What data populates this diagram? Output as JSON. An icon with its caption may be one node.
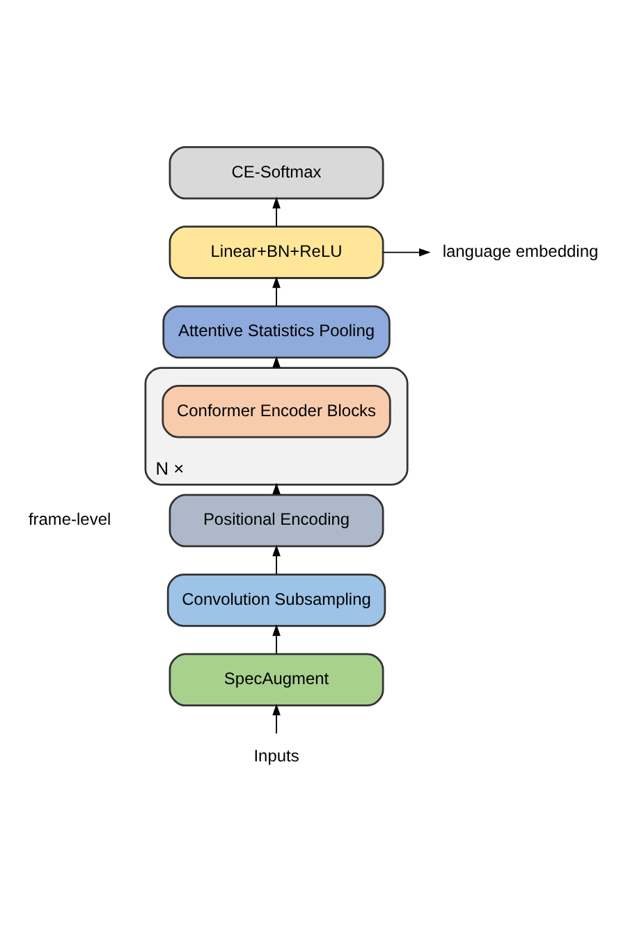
{
  "diagram": {
    "nodes": [
      {
        "text": [
          "CE-Softmax"
        ]
      },
      {
        "text": [
          "Linear+BN+ReLU"
        ]
      },
      {
        "text": [
          "language embedding"
        ]
      },
      {
        "text": [
          "Attentive Statistics Pooling"
        ]
      },
      {
        "text": [
          "N ×"
        ]
      },
      {
        "text": [
          "Conformer Encoder Blocks"
        ],
        "in": 4
      },
      {
        "text": [
          "Positional Encoding"
        ]
      },
      {
        "text": [
          "Convolution Subsampling"
        ]
      },
      {
        "text": [
          "SpecAugment"
        ]
      },
      {
        "text": [
          "Inputs"
        ]
      }
    ],
    "edges": [
      {
        "from": 9,
        "to": 8,
        "arrow": "to"
      },
      {
        "from": 8,
        "to": 7,
        "arrow": "to"
      },
      {
        "from": 7,
        "to": 6,
        "arrow": "to"
      },
      {
        "from": 6,
        "to": 4,
        "arrow": "to"
      },
      {
        "from": 4,
        "to": 3,
        "arrow": "to"
      },
      {
        "from": 3,
        "to": 1,
        "arrow": "to"
      },
      {
        "from": 1,
        "to": 0,
        "arrow": "to"
      },
      {
        "from": 1,
        "to": 2,
        "arrow": "to"
      }
    ],
    "labels": [
      "frame-level"
    ]
  }
}
